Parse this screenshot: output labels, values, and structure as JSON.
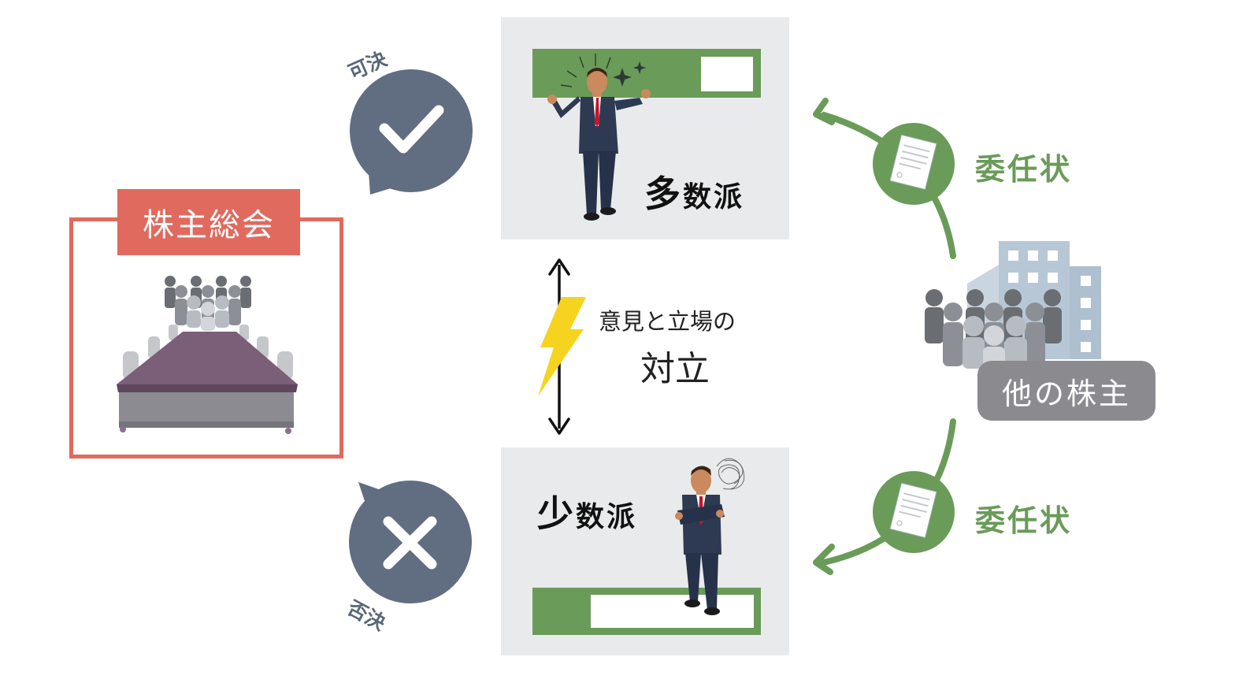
{
  "meeting": {
    "label": "株主総会"
  },
  "votes": {
    "approve": "可決",
    "reject": "否決"
  },
  "majority": {
    "prefix": "多",
    "label": "数派",
    "bar_fill": 0.75
  },
  "minority": {
    "prefix": "少",
    "label": "数派",
    "bar_fill": 0.25
  },
  "conflict": {
    "line1": "意見と立場の",
    "line2": "対立"
  },
  "proxy": {
    "top": "委任状",
    "bottom": "委任状"
  },
  "others": {
    "label": "他の株主"
  },
  "colors": {
    "meeting": "#e06a5e",
    "bubble": "#616d81",
    "proxy_green": "#6a9b59",
    "panel_bg": "#e9eaeb",
    "others_gray": "#8a8a8f",
    "bolt": "#f5d31f"
  }
}
